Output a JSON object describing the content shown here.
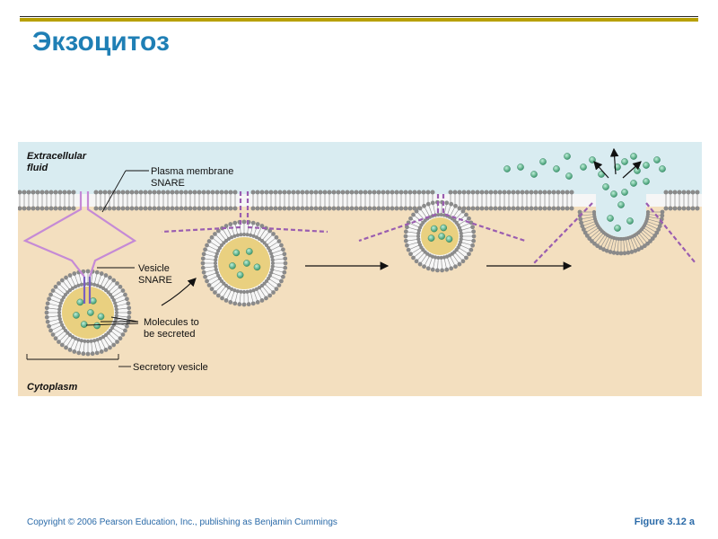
{
  "slide": {
    "title": "Экзоцитоз",
    "copyright": "Copyright © 2006 Pearson Education, Inc., publishing as Benjamin Cummings",
    "figure_ref": "Figure 3.12 a"
  },
  "diagram": {
    "labels": {
      "extracellular_1": "Extracellular",
      "extracellular_2": "fluid",
      "plasma_snare_1": "Plasma membrane",
      "plasma_snare_2": "SNARE",
      "vesicle_snare_1": "Vesicle",
      "vesicle_snare_2": "SNARE",
      "molecules_1": "Molecules to",
      "molecules_2": "be secreted",
      "secretory_vesicle": "Secretory vesicle",
      "cytoplasm": "Cytoplasm"
    },
    "colors": {
      "extracellular": "#d9ecf1",
      "cytoplasm": "#f3dfbf",
      "membrane_head": "#8a8a8a",
      "vesicle_lumen": "#e9d080",
      "molecule": "#3aa878",
      "snare": "#9a5db0",
      "title": "#1f7fb5"
    }
  }
}
